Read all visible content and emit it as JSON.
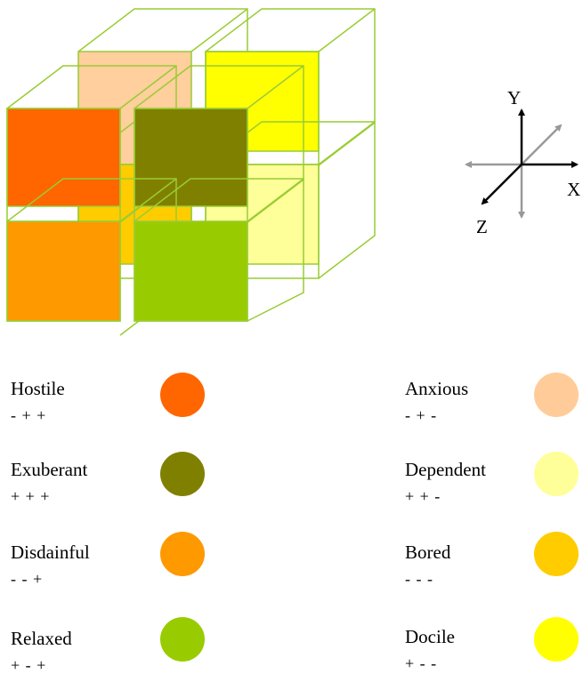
{
  "axes": {
    "x_label": "X",
    "y_label": "Y",
    "z_label": "Z"
  },
  "colors": {
    "wire": "#99CC33",
    "axis_black": "#000000",
    "axis_gray": "#999999"
  },
  "legend": {
    "hostile": {
      "name": "Hostile",
      "code": "- + +",
      "color": "#FF6600"
    },
    "exuberant": {
      "name": "Exuberant",
      "code": "+ + +",
      "color": "#808000"
    },
    "disdainful": {
      "name": "Disdainful",
      "code": "- - +",
      "color": "#FF9900"
    },
    "relaxed": {
      "name": "Relaxed",
      "code": "+ - +",
      "color": "#99CC00"
    },
    "anxious": {
      "name": "Anxious",
      "code": "- + -",
      "color": "#FFCC99"
    },
    "dependent": {
      "name": "Dependent",
      "code": "+ + -",
      "color": "#FFFF99"
    },
    "bored": {
      "name": "Bored",
      "code": "- - -",
      "color": "#FFCC00"
    },
    "docile": {
      "name": "Docile",
      "code": "+ - -",
      "color": "#FFFF00"
    }
  }
}
